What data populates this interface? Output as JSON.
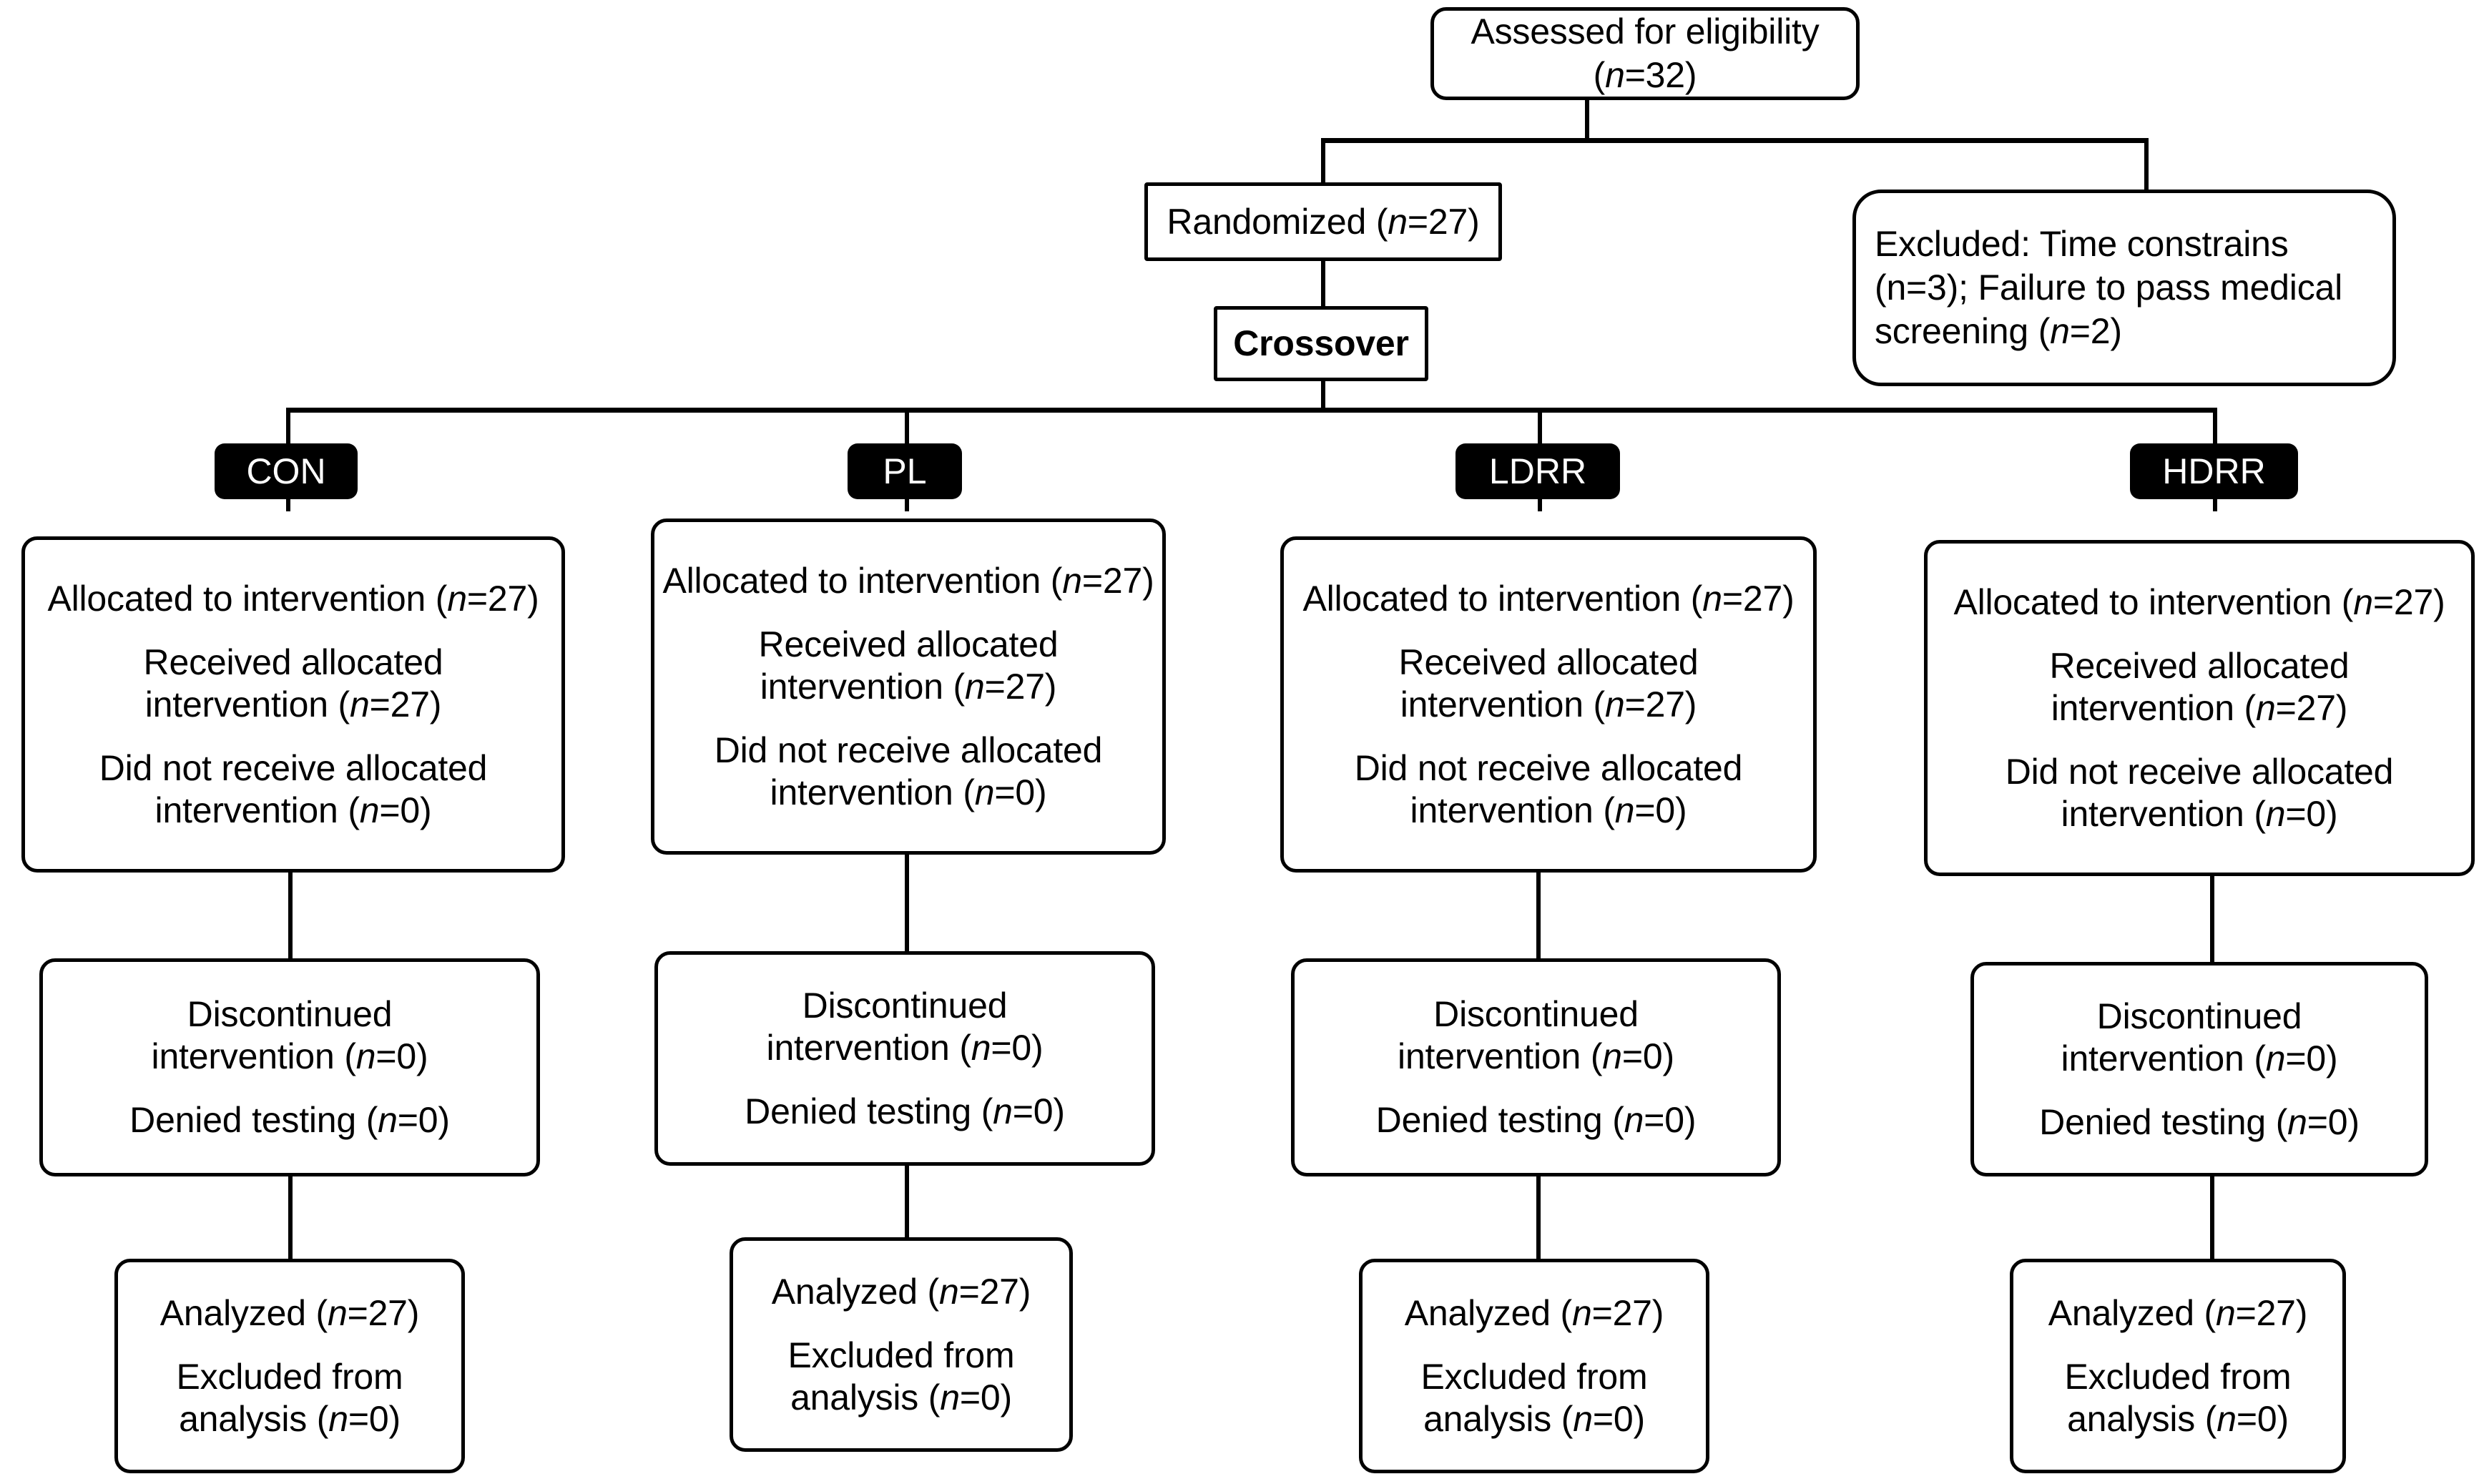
{
  "diagram": {
    "title": "CONSORT participant flow diagram",
    "colors": {
      "stroke": "#000000",
      "background": "#ffffff",
      "badge_bg": "#000000",
      "badge_text": "#ffffff"
    },
    "eligibility": {
      "line1": "Assessed for eligibility",
      "line2": "(n=32)"
    },
    "randomized": {
      "label": "Randomized (n=27)"
    },
    "crossover": {
      "label": "Crossover"
    },
    "excluded": {
      "text": "Excluded: Time constrains (n=3); Failure to pass medical screening (n=2)"
    },
    "groups": [
      {
        "badge": "CON"
      },
      {
        "badge": "PL"
      },
      {
        "badge": "LDRR"
      },
      {
        "badge": "HDRR"
      }
    ],
    "allocation": {
      "line1": "Allocated to intervention (n=27)",
      "line2": "Received allocated intervention (n=27)",
      "line3": "Did not receive allocated intervention (n=0)"
    },
    "followup": {
      "line1": "Discontinued intervention (n=0)",
      "line2": "Denied testing (n=0)"
    },
    "analysis": {
      "line1": "Analyzed (n=27)",
      "line2": "Excluded from analysis (n=0)"
    }
  }
}
